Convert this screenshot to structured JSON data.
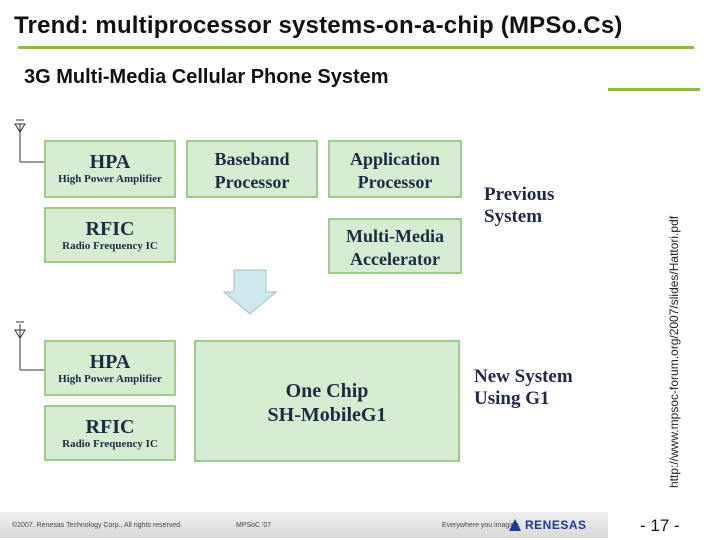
{
  "slide": {
    "title": "Trend: multiprocessor systems-on-a-chip (MPSo.Cs)",
    "subtitle": "3G Multi-Media Cellular Phone System",
    "side_url": "http://www.mpsoc-forum.org/2007/slides/Hattori.pdf",
    "page_number": "- 17 -"
  },
  "previous": {
    "hpa": {
      "title": "HPA",
      "sub": "High Power Amplifier"
    },
    "rfic": {
      "title": "RFIC",
      "sub": "Radio Frequency IC"
    },
    "baseband": {
      "line1": "Baseband",
      "line2": "Processor"
    },
    "application": {
      "line1": "Application",
      "line2": "Processor"
    },
    "multimedia": {
      "line1": "Multi-Media",
      "line2": "Accelerator"
    },
    "label": {
      "line1": "Previous",
      "line2": "System"
    }
  },
  "new_system": {
    "hpa": {
      "title": "HPA",
      "sub": "High Power Amplifier"
    },
    "rfic": {
      "title": "RFIC",
      "sub": "Radio Frequency IC"
    },
    "chip": {
      "line1": "One Chip",
      "line2": "SH-MobileG1"
    },
    "label": {
      "line1": "New System",
      "line2": "Using G1"
    }
  },
  "footer": {
    "copyright": "©2007. Renesas Technology Corp., All rights reserved.",
    "event": "MPSoC '07",
    "tagline": "Everywhere you imagine.",
    "logo": "RENESAS"
  },
  "colors": {
    "box_fill": "#d6ecd0",
    "box_border": "#9ccb8a",
    "accent": "#8dbb45",
    "arrow": "#cfe8ef",
    "text": "#1e2a44"
  }
}
